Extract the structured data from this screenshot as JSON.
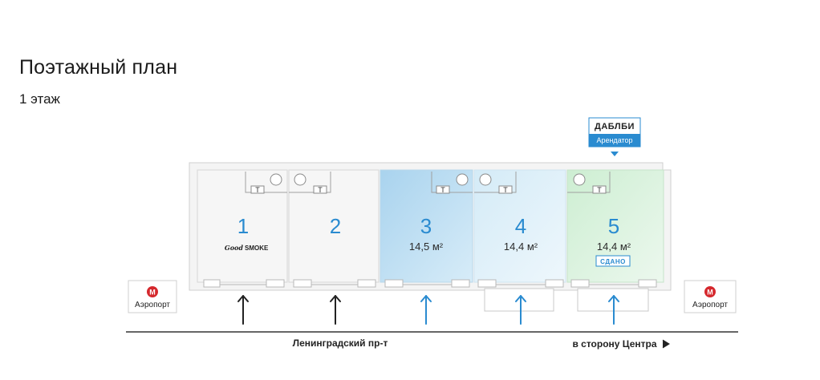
{
  "header": {
    "title": "Поэтажный план",
    "floor": "1 этаж"
  },
  "tenant_tag": {
    "name": "ДАБЛБИ",
    "role": "Арендатор"
  },
  "units": [
    {
      "number": "1",
      "area": "",
      "brand_a": "Good",
      "brand_b": "SMOKE",
      "badge": ""
    },
    {
      "number": "2",
      "area": "",
      "brand_a": "",
      "brand_b": "",
      "badge": ""
    },
    {
      "number": "3",
      "area": "14,5 м²",
      "brand_a": "",
      "brand_b": "",
      "badge": ""
    },
    {
      "number": "4",
      "area": "14,4 м²",
      "brand_a": "",
      "brand_b": "",
      "badge": ""
    },
    {
      "number": "5",
      "area": "14,4 м²",
      "brand_a": "",
      "brand_b": "",
      "badge": "СДАНО"
    }
  ],
  "wc_label": "Т",
  "metro": {
    "left": "Аэропорт",
    "right": "Аэропорт",
    "symbol": "М"
  },
  "street": {
    "name": "Ленинградский пр-т",
    "direction": "в сторону Центра"
  },
  "colors": {
    "accent": "#2a8bd0",
    "metro_red": "#d5282d",
    "unit3_fill": "#bfe0f3",
    "unit4_fill": "#e2f2fa",
    "unit5_fill": "#dcf3de"
  },
  "icons": [
    "metro-logo-icon",
    "arrow-up-icon",
    "arrow-right-icon",
    "toilet-icon",
    "sink-icon"
  ]
}
